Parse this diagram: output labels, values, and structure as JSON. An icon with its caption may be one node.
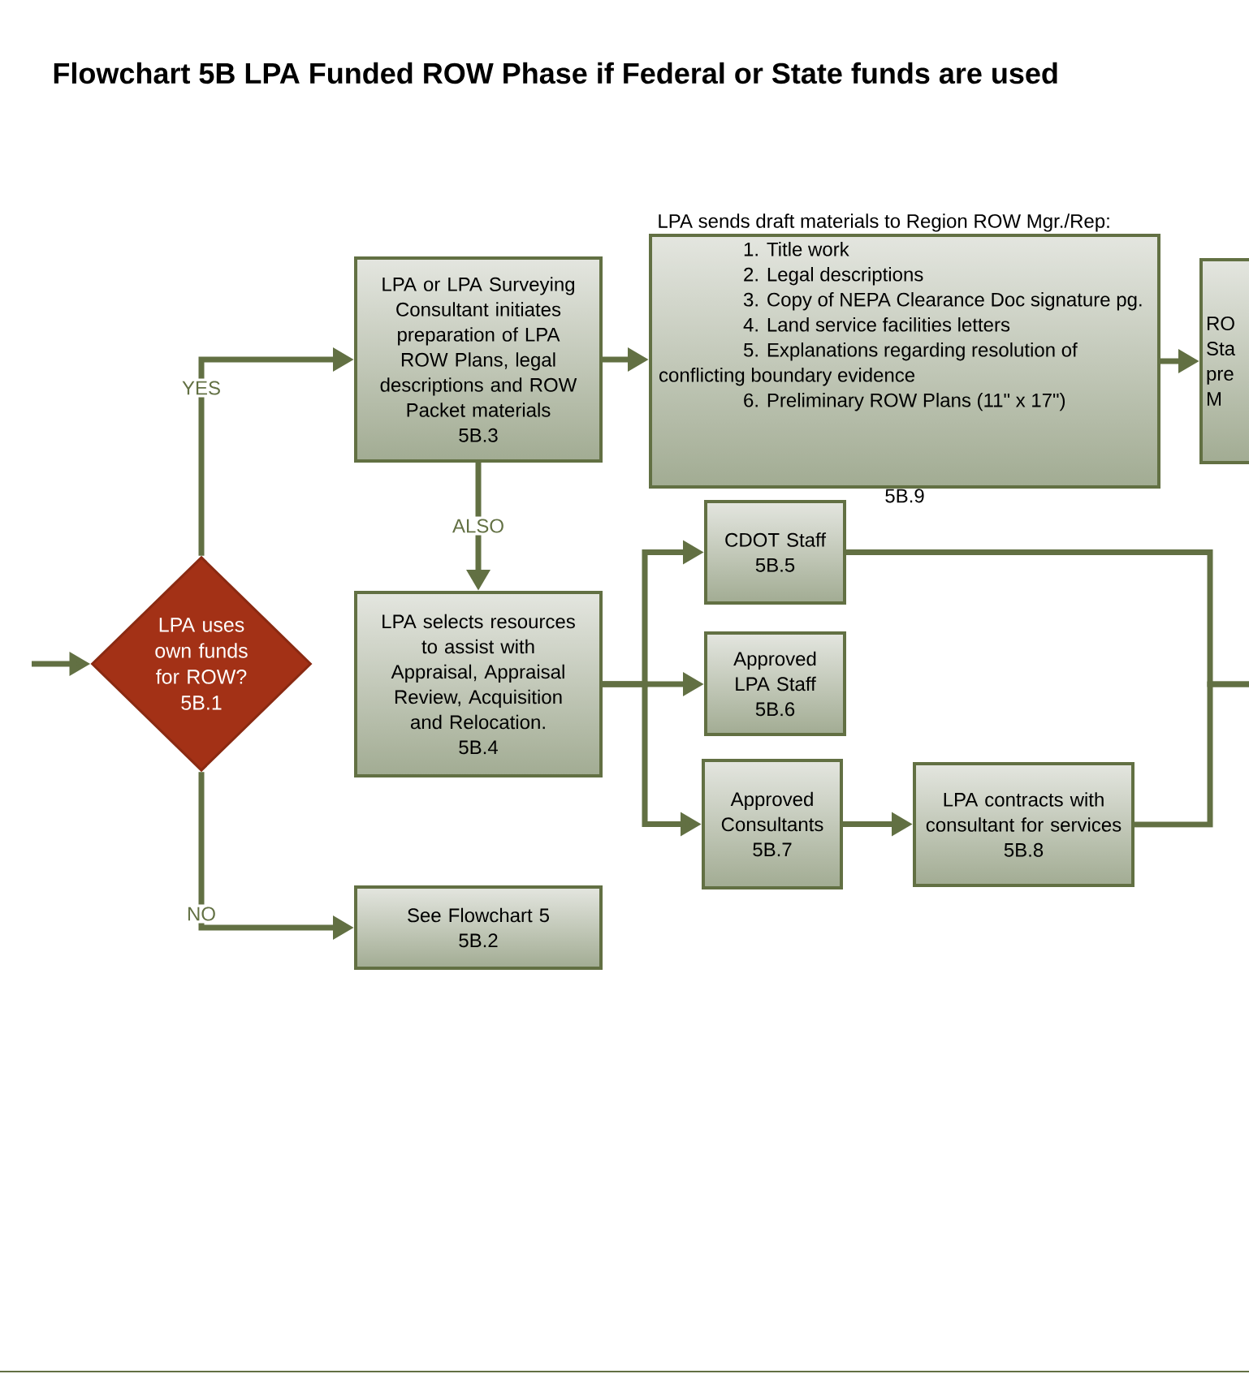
{
  "diagram": {
    "title": "Flowchart 5B LPA Funded ROW Phase if Federal or State funds are used",
    "nodes": [
      {
        "text": [
          "LPA uses own funds for ROW?",
          "5B.1"
        ]
      },
      {
        "text": [
          "LPA or LPA Surveying Consultant initiates preparation of LPA ROW Plans, legal descriptions and ROW Packet materials",
          "5B.3"
        ]
      },
      {
        "text": [
          "LPA sends draft materials to Region ROW Mgr./Rep:",
          "1. Title work",
          "2. Legal descriptions",
          "3. Copy of NEPA Clearance Doc signature pg.",
          "4. Land service facilities letters",
          "5. Explanations regarding resolution of conflicting boundary evidence",
          "6. Preliminary ROW Plans (11\" x 17\")",
          "5B.9"
        ]
      },
      {
        "text": [
          "RO Sta pre M"
        ]
      },
      {
        "text": [
          "LPA selects resources to assist with Appraisal, Appraisal Review, Acquisition and Relocation.",
          "5B.4"
        ]
      },
      {
        "text": [
          "CDOT Staff",
          "5B.5"
        ]
      },
      {
        "text": [
          "Approved LPA Staff",
          "5B.6"
        ]
      },
      {
        "text": [
          "Approved Consultants",
          "5B.7"
        ]
      },
      {
        "text": [
          "LPA contracts with consultant for services",
          "5B.8"
        ]
      },
      {
        "text": [
          "See Flowchart 5",
          "5B.2"
        ]
      }
    ],
    "edges": [
      {
        "from": null,
        "to": 0,
        "arrow": "to"
      },
      {
        "from": 0,
        "to": 1,
        "arrow": "to",
        "label": "YES"
      },
      {
        "from": 0,
        "to": 9,
        "arrow": "to",
        "label": "NO"
      },
      {
        "from": 1,
        "to": 2,
        "arrow": "to"
      },
      {
        "from": 2,
        "to": 3,
        "arrow": "to"
      },
      {
        "from": 1,
        "to": 4,
        "arrow": "to",
        "label": "ALSO"
      },
      {
        "from": 4,
        "to": 5,
        "arrow": "to"
      },
      {
        "from": 4,
        "to": 6,
        "arrow": "to"
      },
      {
        "from": 4,
        "to": 7,
        "arrow": "to"
      },
      {
        "from": 7,
        "to": 8,
        "arrow": "to"
      },
      {
        "from": 5,
        "to": null,
        "arrow": "none"
      },
      {
        "from": 8,
        "to": null,
        "arrow": "none"
      }
    ]
  }
}
